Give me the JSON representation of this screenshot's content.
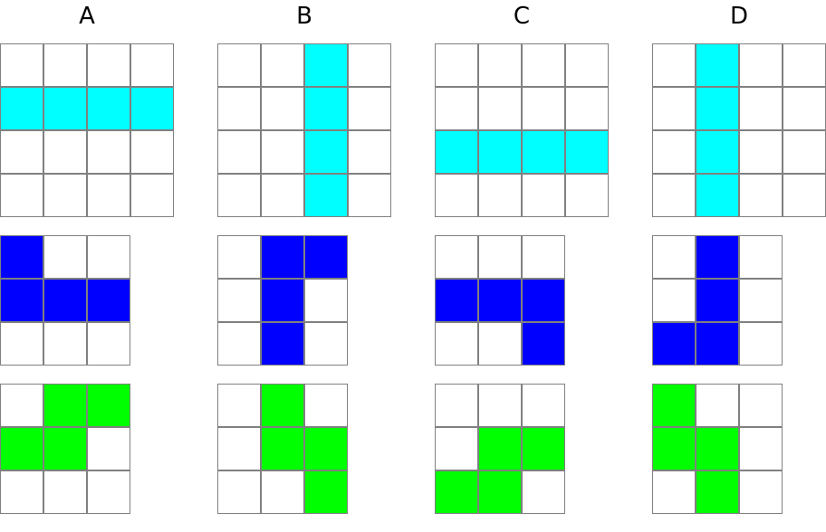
{
  "columns": [
    {
      "label": "A",
      "grids": [
        {
          "size": 4,
          "color": "#00ffff",
          "cells": [
            [
              1,
              0
            ],
            [
              1,
              1
            ],
            [
              1,
              2
            ],
            [
              1,
              3
            ]
          ]
        },
        {
          "size": 3,
          "color": "#0000ff",
          "cells": [
            [
              0,
              0
            ],
            [
              1,
              0
            ],
            [
              1,
              1
            ],
            [
              1,
              2
            ]
          ]
        },
        {
          "size": 3,
          "color": "#00ff00",
          "cells": [
            [
              0,
              1
            ],
            [
              0,
              2
            ],
            [
              1,
              0
            ],
            [
              1,
              1
            ]
          ]
        }
      ]
    },
    {
      "label": "B",
      "grids": [
        {
          "size": 4,
          "color": "#00ffff",
          "cells": [
            [
              0,
              2
            ],
            [
              1,
              2
            ],
            [
              2,
              2
            ],
            [
              3,
              2
            ]
          ]
        },
        {
          "size": 3,
          "color": "#0000ff",
          "cells": [
            [
              0,
              1
            ],
            [
              0,
              2
            ],
            [
              1,
              1
            ],
            [
              2,
              1
            ]
          ]
        },
        {
          "size": 3,
          "color": "#00ff00",
          "cells": [
            [
              0,
              1
            ],
            [
              1,
              1
            ],
            [
              1,
              2
            ],
            [
              2,
              2
            ]
          ]
        }
      ]
    },
    {
      "label": "C",
      "grids": [
        {
          "size": 4,
          "color": "#00ffff",
          "cells": [
            [
              2,
              0
            ],
            [
              2,
              1
            ],
            [
              2,
              2
            ],
            [
              2,
              3
            ]
          ]
        },
        {
          "size": 3,
          "color": "#0000ff",
          "cells": [
            [
              1,
              0
            ],
            [
              1,
              1
            ],
            [
              1,
              2
            ],
            [
              2,
              2
            ]
          ]
        },
        {
          "size": 3,
          "color": "#00ff00",
          "cells": [
            [
              1,
              1
            ],
            [
              1,
              2
            ],
            [
              2,
              0
            ],
            [
              2,
              1
            ]
          ]
        }
      ]
    },
    {
      "label": "D",
      "grids": [
        {
          "size": 4,
          "color": "#00ffff",
          "cells": [
            [
              0,
              1
            ],
            [
              1,
              1
            ],
            [
              2,
              1
            ],
            [
              3,
              1
            ]
          ]
        },
        {
          "size": 3,
          "color": "#0000ff",
          "cells": [
            [
              0,
              1
            ],
            [
              1,
              1
            ],
            [
              2,
              0
            ],
            [
              2,
              1
            ]
          ]
        },
        {
          "size": 3,
          "color": "#00ff00",
          "cells": [
            [
              0,
              0
            ],
            [
              1,
              0
            ],
            [
              1,
              1
            ],
            [
              2,
              1
            ]
          ]
        }
      ]
    }
  ]
}
